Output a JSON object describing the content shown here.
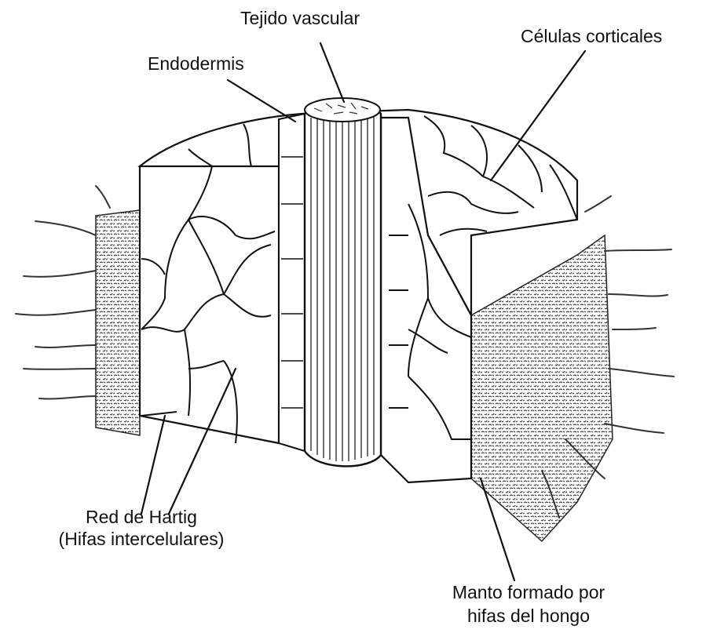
{
  "labels": {
    "vascular": "Tejido vascular",
    "endodermis": "Endodermis",
    "cortical": "Células corticales",
    "hartig_1": "Red de Hartig",
    "hartig_2": "(Hifas intercelulares)",
    "mantle_1": "Manto formado por",
    "mantle_2": "hifas del hongo"
  },
  "colors": {
    "ink": "#111111",
    "paper": "#ffffff",
    "mantle": "#555555"
  }
}
